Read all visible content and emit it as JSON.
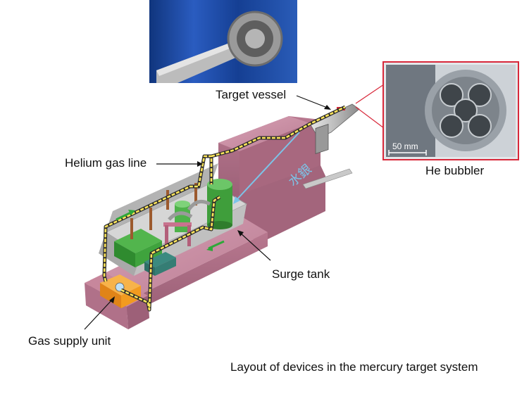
{
  "labels": {
    "target_vessel": "Target vessel",
    "helium_gas_line": "Helium gas line",
    "he_bubbler": "He bubbler",
    "surge_tank": "Surge tank",
    "gas_supply_unit": "Gas supply unit",
    "caption": "Layout of devices in the mercury target system",
    "mercury_flow": "水銀",
    "scale_bar": "50 mm"
  },
  "colors": {
    "shielding": "#c0869c",
    "gas_line": "#ffe65a",
    "gas_supply_unit": "#f29b1f",
    "equipment_green": "#3fa33d",
    "photo_background": "#1c4fa8",
    "callout_frame": "#d8283a",
    "flow_arrow": "#7cc4e8",
    "leader_line": "#111111"
  },
  "icons": {
    "flow_arrows": "green-arrow-icon",
    "mercury_flow_arrow": "blue-arrow-icon"
  }
}
